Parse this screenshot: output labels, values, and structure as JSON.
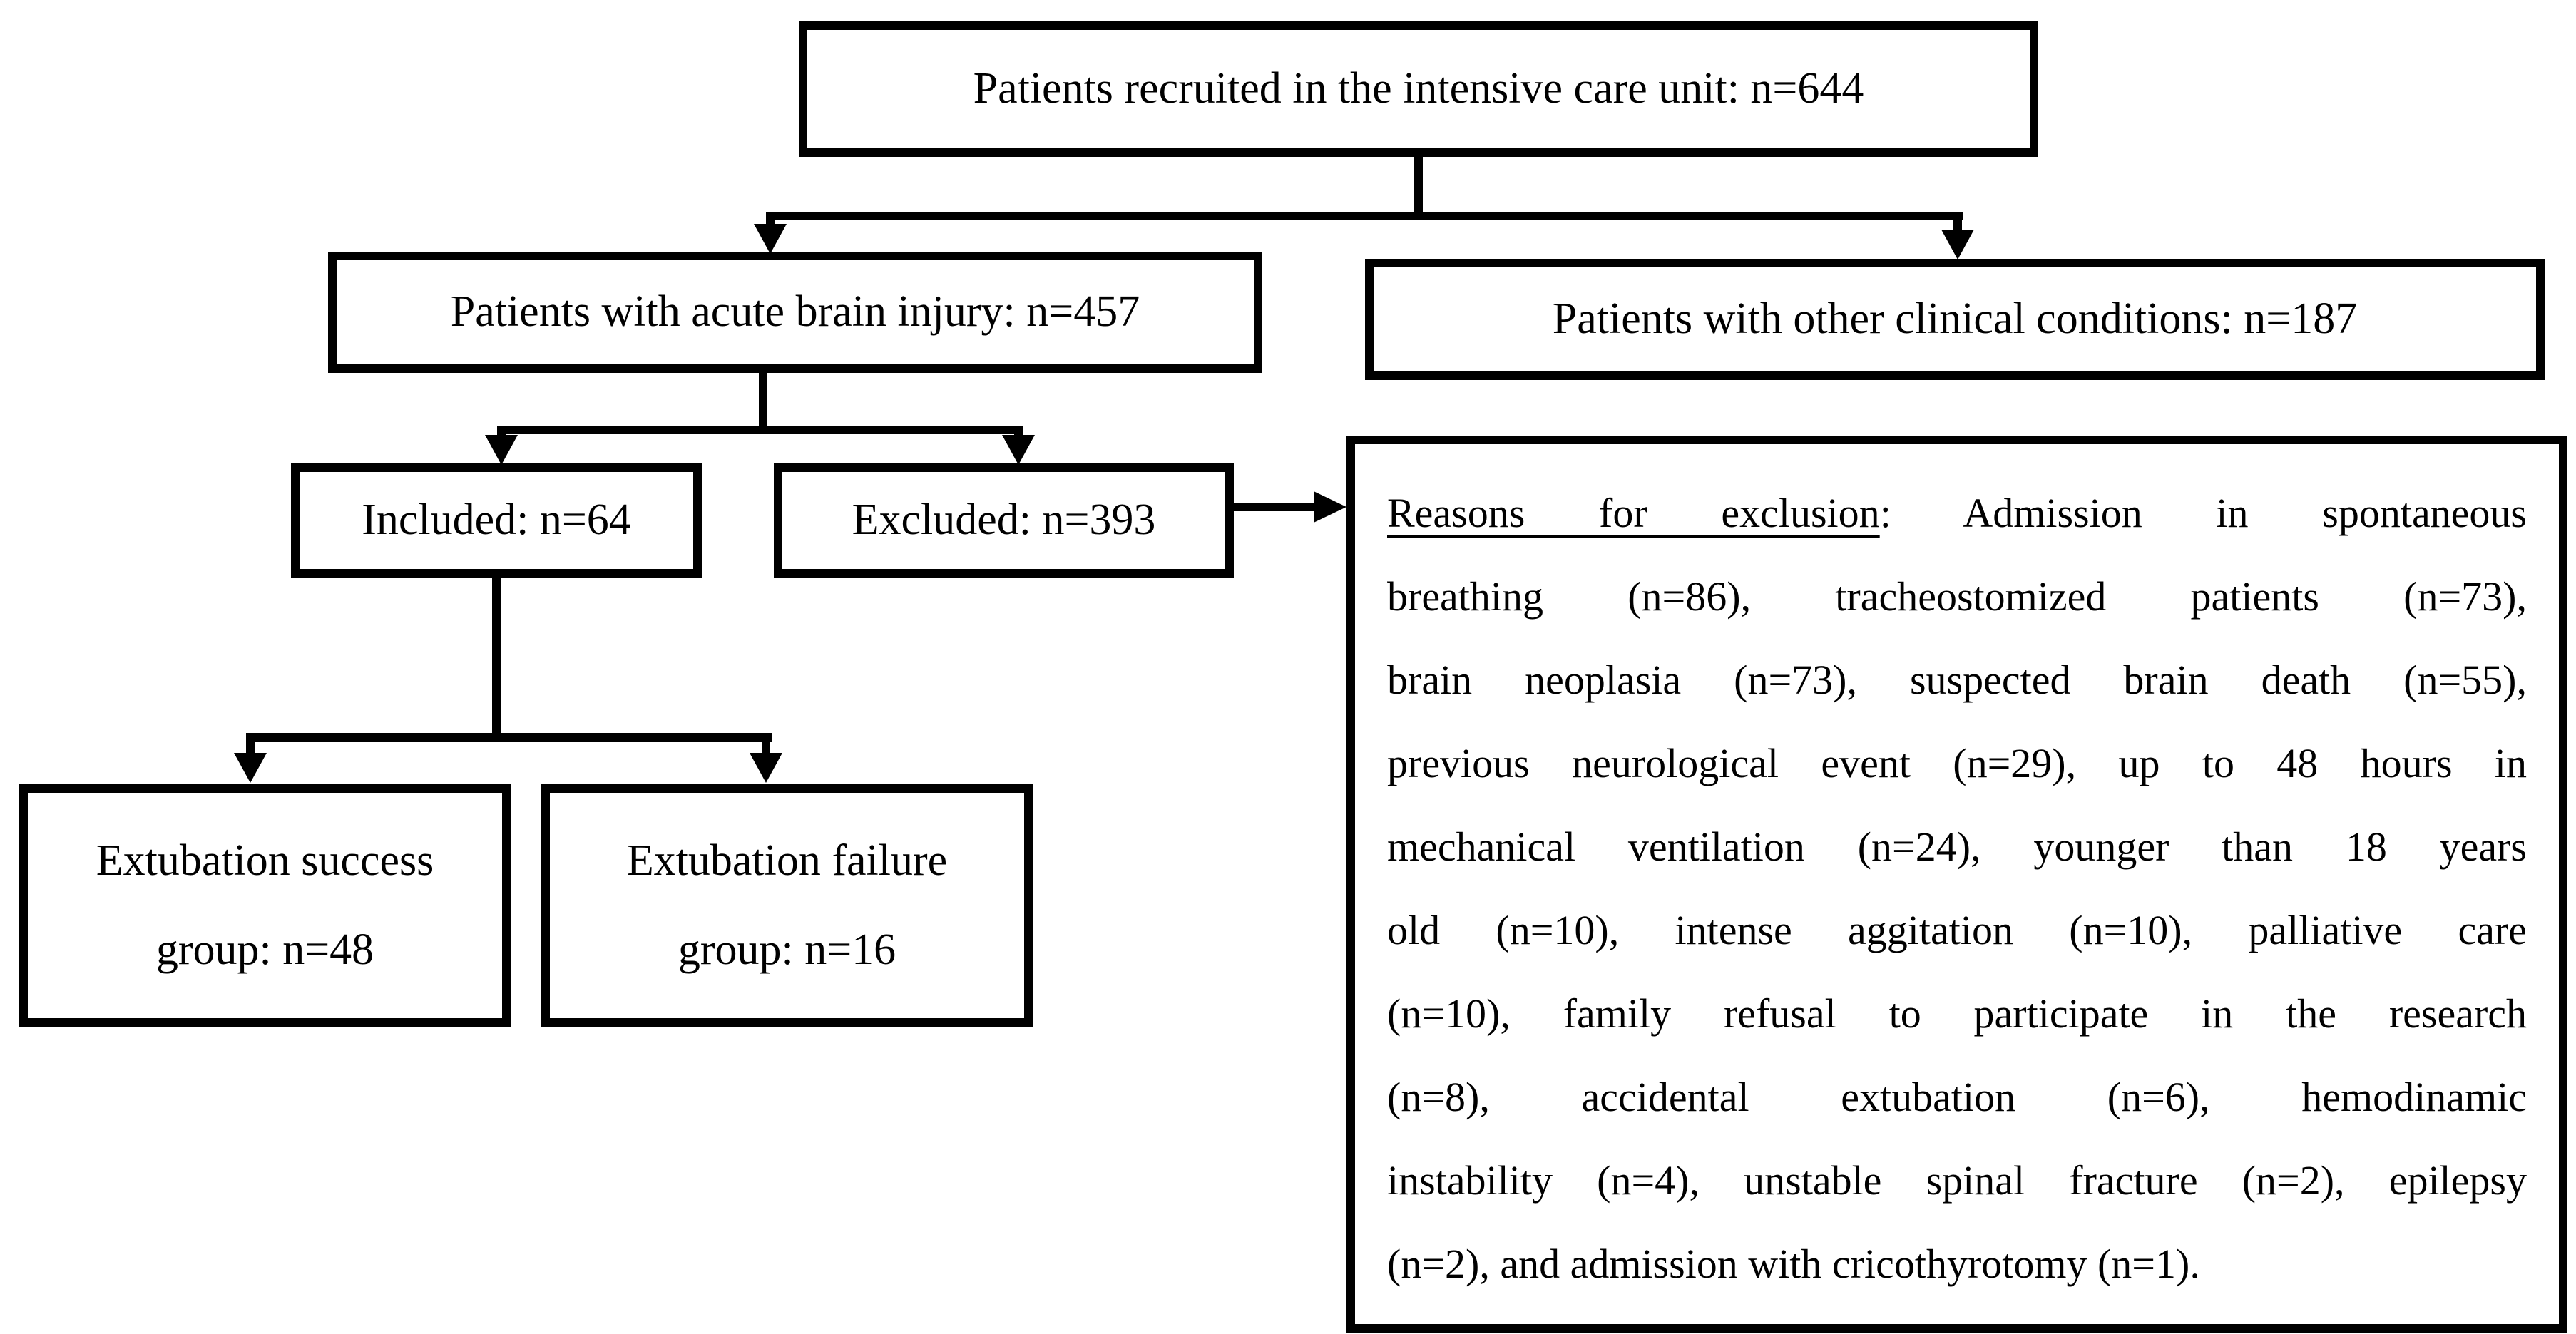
{
  "figure": {
    "title": "Patient recruitment flowchart",
    "colors": {
      "ink": "#000000",
      "background": "#ffffff"
    },
    "boxes": {
      "recruited": {
        "label": "Patients recruited in the intensive care unit: n=644"
      },
      "brain_injury": {
        "label": "Patients with acute brain injury: n=457"
      },
      "other_conditions": {
        "label": "Patients with other clinical conditions: n=187"
      },
      "included": {
        "label": "Included: n=64"
      },
      "excluded": {
        "label": "Excluded: n=393"
      },
      "success": {
        "line1": "Extubation success",
        "line2": "group: n=48"
      },
      "failure": {
        "line1": "Extubation failure",
        "line2": "group: n=16"
      }
    },
    "exclusion": {
      "heading": "Reasons for exclusion",
      "heading_rest": ": Admission in spontaneous",
      "lines": [
        "breathing (n=86), tracheostomized patients (n=73),",
        "brain neoplasia (n=73), suspected brain death (n=55),",
        "previous neurological event (n=29), up to 48 hours in",
        "mechanical ventilation (n=24), younger than 18 years",
        "old (n=10), intense aggitation (n=10), palliative care",
        "(n=10), family refusal to participate in the research",
        "(n=8), accidental extubation (n=6), hemodinamic",
        "instability (n=4), unstable spinal fracture (n=2), epilepsy",
        "(n=2), and admission with cricothyrotomy (n=1)."
      ]
    }
  }
}
